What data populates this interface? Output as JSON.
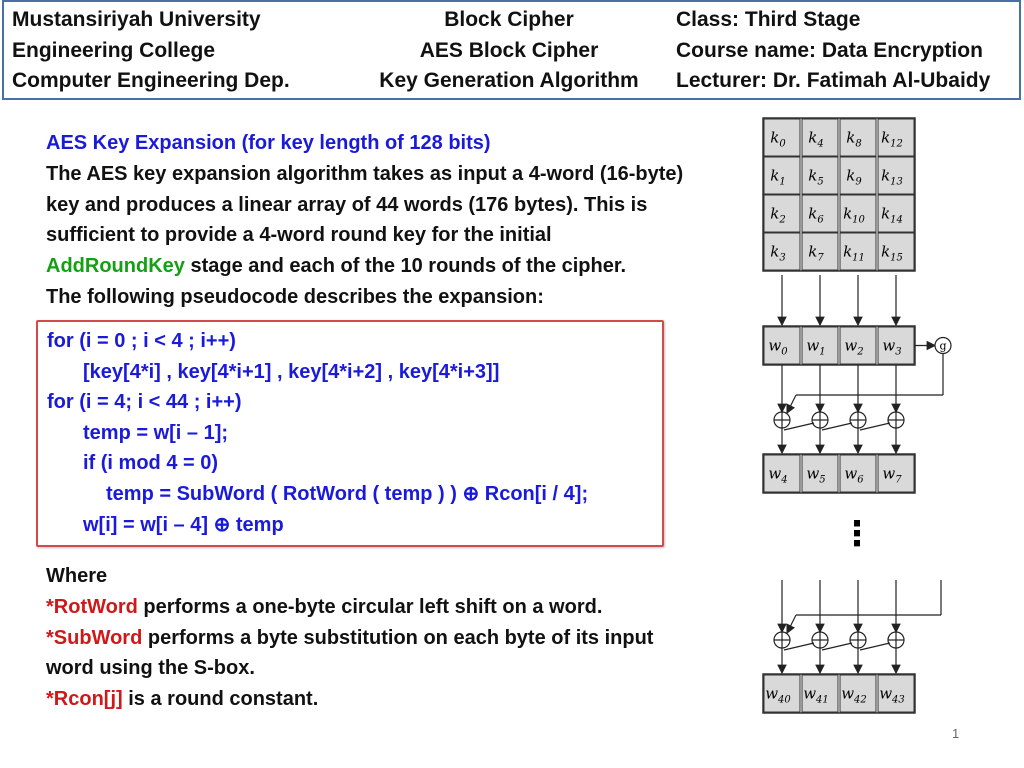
{
  "header": {
    "left": [
      "Mustansiriyah University",
      "Engineering College",
      "Computer Engineering Dep."
    ],
    "middle": [
      "Block Cipher",
      "AES Block Cipher",
      "Key Generation Algorithm"
    ],
    "right": [
      "Class: Third Stage",
      "Course name: Data Encryption",
      "Lecturer: Dr. Fatimah Al-Ubaidy"
    ]
  },
  "intro": {
    "title": "AES Key Expansion (for key length of 128 bits)",
    "line1": "The AES key expansion algorithm takes as input a 4-word (16-byte)",
    "line2": "key and produces a linear array of 44 words (176 bytes). This is",
    "line3": "sufficient to provide a 4-word round key for the initial",
    "line4_keyword": "AddRoundKey",
    "line4_rest": " stage and each of the 10 rounds of the cipher.",
    "line5": "The following pseudocode describes the expansion:"
  },
  "code": [
    "for (i = 0 ; i < 4 ; i++)",
    "[key[4*i] , key[4*i+1] , key[4*i+2] , key[4*i+3]]",
    "for (i = 4; i < 44 ; i++)",
    "temp = w[i – 1];",
    "if (i mod 4 = 0)",
    "temp = SubWord ( RotWord ( temp ) ) ⊕ Rcon[i / 4];",
    "w[i] = w[i – 4] ⊕ temp"
  ],
  "where": {
    "heading": "Where",
    "rot_star": "*",
    "rot_keyword": "RotWord",
    "rot_desc": " performs a one-byte circular left shift on a word.",
    "sub_star": "*",
    "sub_keyword": "SubWord",
    "sub_desc": " performs a byte substitution on each byte of its input",
    "sub_desc2": "word using the S-box.",
    "rcon_star": "*",
    "rcon_keyword": "Rcon[j]",
    "rcon_desc": " is a round constant."
  },
  "diagram": {
    "key_matrix": [
      [
        "k",
        "0"
      ],
      [
        "k",
        "4"
      ],
      [
        "k",
        "8"
      ],
      [
        "k",
        "12"
      ],
      [
        "k",
        "1"
      ],
      [
        "k",
        "5"
      ],
      [
        "k",
        "9"
      ],
      [
        "k",
        "13"
      ],
      [
        "k",
        "2"
      ],
      [
        "k",
        "6"
      ],
      [
        "k",
        "10"
      ],
      [
        "k",
        "14"
      ],
      [
        "k",
        "3"
      ],
      [
        "k",
        "7"
      ],
      [
        "k",
        "11"
      ],
      [
        "k",
        "15"
      ]
    ],
    "row_w0": [
      [
        "w",
        "0"
      ],
      [
        "w",
        "1"
      ],
      [
        "w",
        "2"
      ],
      [
        "w",
        "3"
      ]
    ],
    "row_w4": [
      [
        "w",
        "4"
      ],
      [
        "w",
        "5"
      ],
      [
        "w",
        "6"
      ],
      [
        "w",
        "7"
      ]
    ],
    "row_w40": [
      [
        "w",
        "40"
      ],
      [
        "w",
        "41"
      ],
      [
        "w",
        "42"
      ],
      [
        "w",
        "43"
      ]
    ],
    "g_label": "g",
    "ellipsis": "⋮"
  },
  "page_number": "1",
  "colors": {
    "blue": "#1a1adb",
    "green": "#14a014",
    "red": "#d01818",
    "border": "#4a6fa5"
  }
}
